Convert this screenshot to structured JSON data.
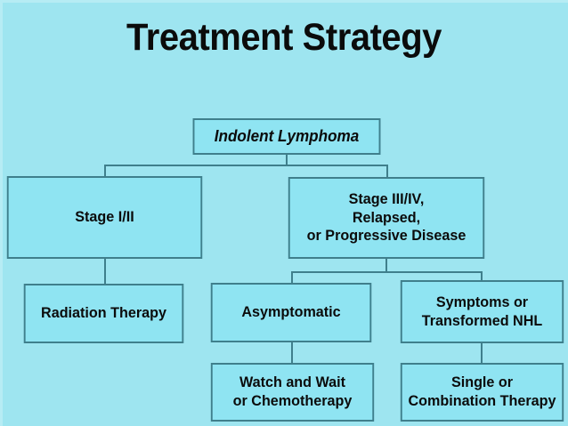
{
  "slide": {
    "title": "Treatment Strategy",
    "background_color": "#9ee5f0",
    "box_fill_color": "#8fe4f2",
    "box_border_color": "#3f7f8c",
    "text_color": "#0b0b0b"
  },
  "diagram": {
    "type": "flowchart",
    "nodes": {
      "root": {
        "label": "Indolent Lymphoma"
      },
      "stage_i_ii": {
        "label": "Stage I/II"
      },
      "stage_iii_iv": {
        "line1": "Stage III/IV,",
        "line2": "Relapsed,",
        "line3": "or Progressive Disease"
      },
      "radiation_therapy": {
        "label": "Radiation Therapy"
      },
      "asymptomatic": {
        "label": "Asymptomatic"
      },
      "symptoms_transformed": {
        "line1": "Symptoms or",
        "line2": "Transformed NHL"
      },
      "watch_and_wait": {
        "line1": "Watch and Wait",
        "line2": "or Chemotherapy"
      },
      "single_combination": {
        "line1": "Single or",
        "line2": "Combination Therapy"
      }
    },
    "edges": [
      {
        "from": "root",
        "to": "stage_i_ii"
      },
      {
        "from": "root",
        "to": "stage_iii_iv"
      },
      {
        "from": "stage_i_ii",
        "to": "radiation_therapy"
      },
      {
        "from": "stage_iii_iv",
        "to": "asymptomatic"
      },
      {
        "from": "stage_iii_iv",
        "to": "symptoms_transformed"
      },
      {
        "from": "asymptomatic",
        "to": "watch_and_wait"
      },
      {
        "from": "symptoms_transformed",
        "to": "single_combination"
      }
    ]
  }
}
